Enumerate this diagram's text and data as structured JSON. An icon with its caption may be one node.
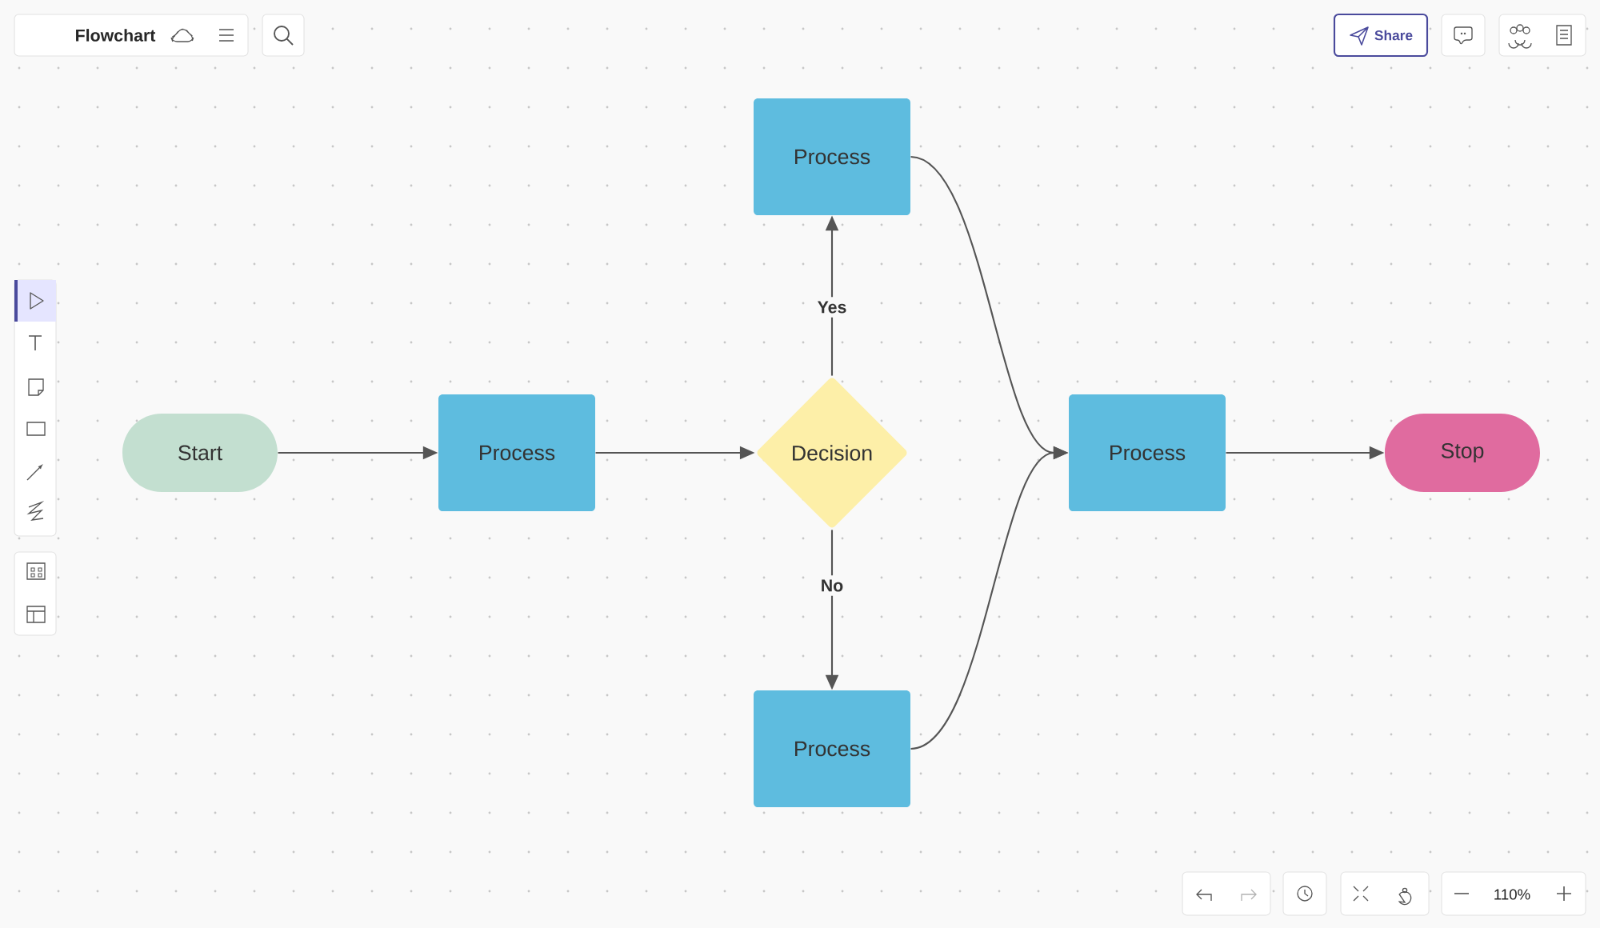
{
  "diagram": {
    "nodes": [
      {
        "text": [
          "Start"
        ]
      },
      {
        "text": [
          "Process"
        ]
      },
      {
        "text": [
          "Decision"
        ]
      },
      {
        "text": [
          "Process"
        ]
      },
      {
        "text": [
          "Process"
        ]
      },
      {
        "text": [
          "Process"
        ]
      },
      {
        "text": [
          "Stop"
        ]
      }
    ],
    "edges": [
      {
        "from": 0,
        "to": 1,
        "arrow": "to"
      },
      {
        "from": 1,
        "to": 2,
        "arrow": "to"
      },
      {
        "from": 2,
        "to": 3,
        "arrow": "to",
        "label": "Yes"
      },
      {
        "from": 2,
        "to": 4,
        "arrow": "to",
        "label": "No"
      },
      {
        "from": 3,
        "to": 5,
        "arrow": "to"
      },
      {
        "from": 4,
        "to": 5,
        "arrow": "to"
      },
      {
        "from": 5,
        "to": 6,
        "arrow": "to"
      }
    ],
    "labels": [
      "Flowchart",
      "Share",
      "110%"
    ]
  }
}
